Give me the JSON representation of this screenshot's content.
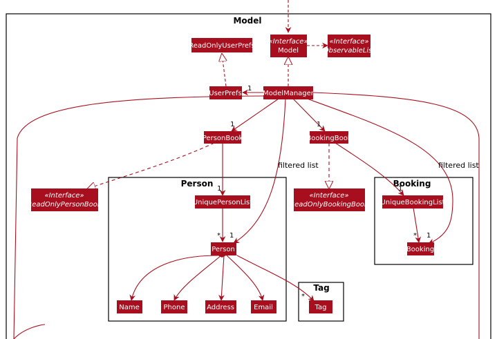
{
  "colors": {
    "class_fill": "#A80F1E",
    "class_text": "#FFFFFF",
    "edge": "#A80F1E",
    "frame": "#000000"
  },
  "packages": {
    "model": "Model",
    "person": "Person",
    "booking": "Booking",
    "tag": "Tag"
  },
  "classes": {
    "read_only_user_prefs": "ReadOnlyUserPrefs",
    "model_stereotype": "«Interface»",
    "model": "Model",
    "observable_list_stereotype": "«Interface»",
    "observable_list": "ObservableList",
    "user_prefs": "UserPrefs",
    "model_manager": "ModelManager",
    "person_book": "PersonBook",
    "booking_book": "BookingBook",
    "read_only_person_book_stereotype": "«Interface»",
    "read_only_person_book": "ReadOnlyPersonBook",
    "read_only_booking_book_stereotype": "«Interface»",
    "read_only_booking_book": "ReadOnlyBookingBook",
    "unique_person_list": "UniquePersonList",
    "person": "Person",
    "name": "Name",
    "phone": "Phone",
    "address": "Address",
    "email": "Email",
    "tag": "Tag",
    "unique_booking_list": "UniqueBookingList",
    "booking": "Booking"
  },
  "labels": {
    "filtered_list_person": "filtered list",
    "filtered_list_booking": "filtered list",
    "mult_user_prefs": "1",
    "mult_person_book": "1",
    "mult_booking_book": "1",
    "mult_unique_person_list": "1",
    "mult_person_star": "*",
    "mult_person_filtered": "1",
    "mult_unique_booking_list": "1",
    "mult_booking_star": "*",
    "mult_booking_filtered": "1",
    "mult_tag_star": "*"
  }
}
